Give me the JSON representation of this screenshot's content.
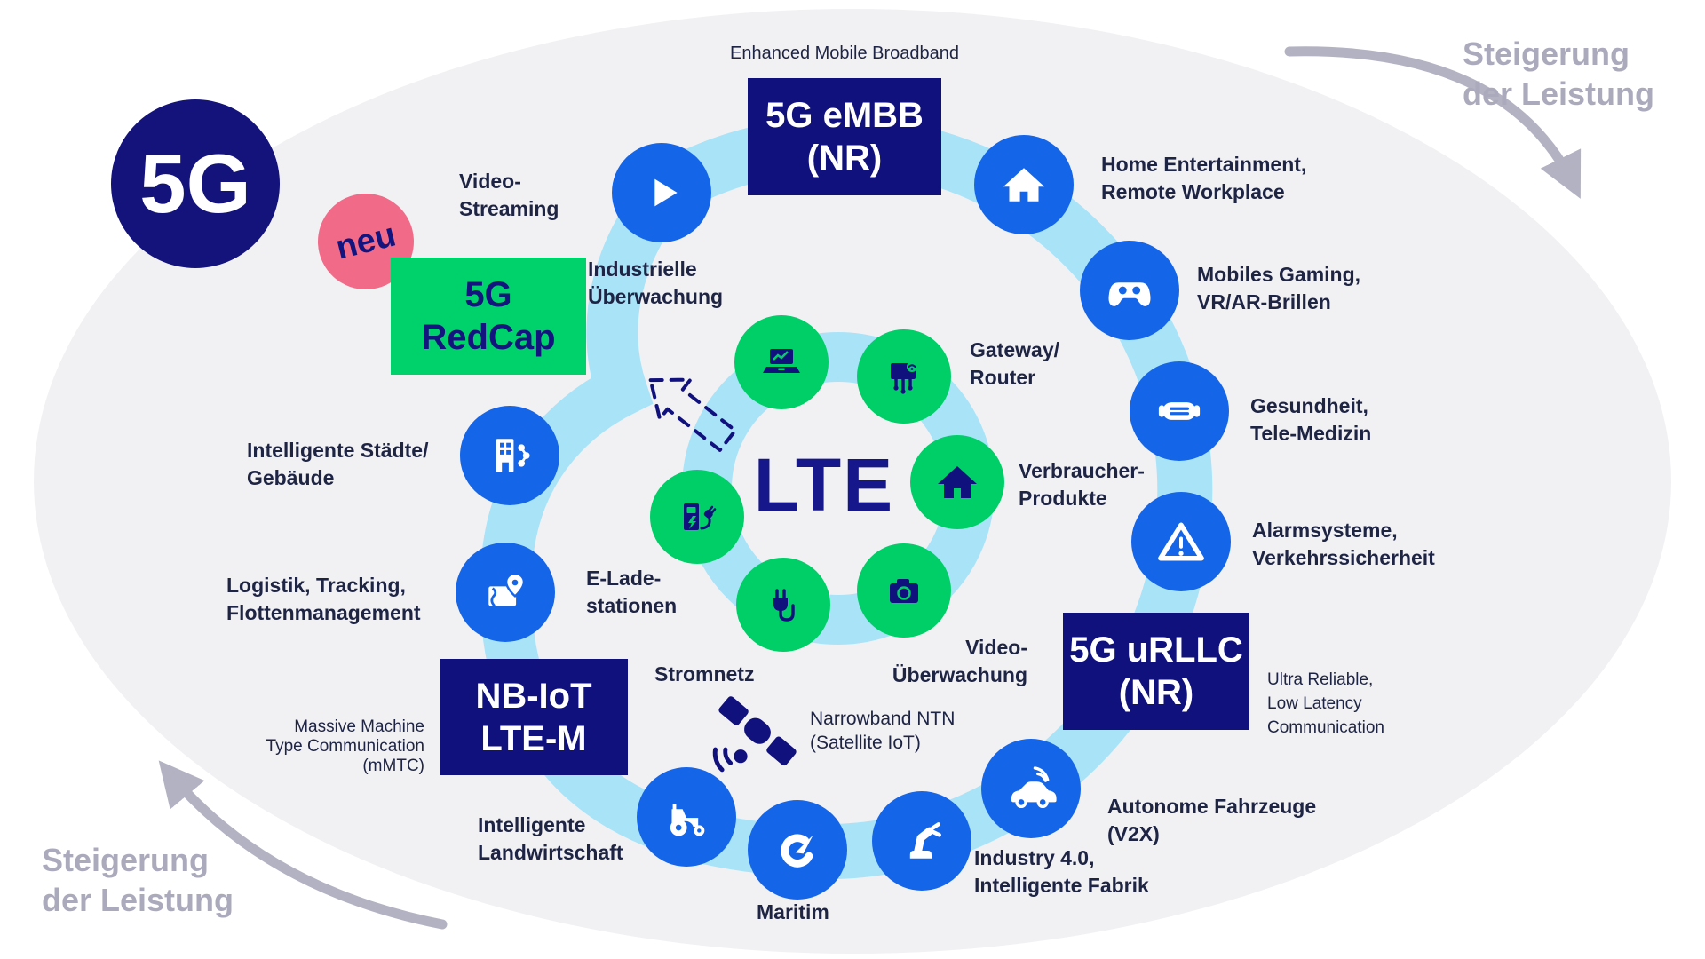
{
  "badges": {
    "main": "5G",
    "neu": "neu"
  },
  "redcap_lines": [
    "5G",
    "RedCap"
  ],
  "lte_label": "LTE",
  "performance_lines": [
    "Steigerung",
    "der Leistung"
  ],
  "boxes": {
    "embb": {
      "lines": [
        "5G eMBB",
        "(NR)"
      ],
      "caption": "Enhanced Mobile Broadband"
    },
    "urllc": {
      "lines": [
        "5G uRLLC",
        "(NR)"
      ],
      "caption_lines": [
        "Ultra Reliable,",
        "Low Latency",
        "Communication"
      ]
    },
    "nbiot": {
      "lines": [
        "NB-IoT",
        "LTE-M"
      ],
      "caption_lines": [
        "Massive Machine",
        "Type Communication",
        "(mMTC)"
      ]
    }
  },
  "labels": {
    "video_streaming": [
      "Video-",
      "Streaming"
    ],
    "home_entertainment": [
      "Home Entertainment,",
      "Remote Workplace"
    ],
    "mobiles_gaming": [
      "Mobiles Gaming,",
      "VR/AR-Brillen"
    ],
    "gesundheit": [
      "Gesundheit,",
      "Tele-Medizin"
    ],
    "alarmsysteme": [
      "Alarmsysteme,",
      "Verkehrssicherheit"
    ],
    "industrielle_ueberwachung": [
      "Industrielle",
      "Überwachung"
    ],
    "gateway_router": [
      "Gateway/",
      "Router"
    ],
    "verbraucher_produkte": [
      "Verbraucher-",
      "Produkte"
    ],
    "video_ueberwachung": [
      "Video-",
      "Überwachung"
    ],
    "e_ladestationen": [
      "E-Lade-",
      "stationen"
    ],
    "stromnetz": [
      "Stromnetz"
    ],
    "intelligente_staedte": [
      "Intelligente Städte/",
      "Gebäude"
    ],
    "logistik": [
      "Logistik, Tracking,",
      "Flottenmanagement"
    ],
    "intelligente_landwirtschaft": [
      "Intelligente",
      "Landwirtschaft"
    ],
    "maritim": [
      "Maritim"
    ],
    "narrowband_ntn": [
      "Narrowband NTN",
      "(Satellite IoT)"
    ],
    "industry_40": [
      "Industry 4.0,",
      "Intelligente Fabrik"
    ],
    "autonome_fahrzeuge": [
      "Autonome Fahrzeuge",
      "(V2X)"
    ]
  },
  "icons": {
    "video_streaming": "play-icon",
    "home_entertainment": "home-icon",
    "mobiles_gaming": "gamepad-icon",
    "gesundheit": "telemedicine-band-icon",
    "alarmsysteme": "warning-triangle-icon",
    "industrielle_ueberwachung": "laptop-monitoring-icon",
    "gateway_router": "router-icon",
    "verbraucher_produkte": "house-icon",
    "video_ueberwachung": "camera-icon",
    "stromnetz": "power-plug-icon",
    "e_ladestationen": "ev-charger-icon",
    "intelligente_staedte": "smart-building-icon",
    "logistik": "map-pin-icon",
    "intelligente_landwirtschaft": "tractor-icon",
    "maritim": "ship-gauge-icon",
    "industry_40": "robot-arm-icon",
    "autonome_fahrzeuge": "connected-car-icon",
    "narrowband_ntn": "satellite-icon"
  },
  "colors": {
    "navy_box": "#11117d",
    "label_text": "#1e2444",
    "green": "#00cf68",
    "blue": "#1565e9",
    "light_blue": "#a9e3f8",
    "pink": "#f16b89",
    "gray": "#abaabd",
    "ellipse_bg": "#f1f1f4"
  }
}
